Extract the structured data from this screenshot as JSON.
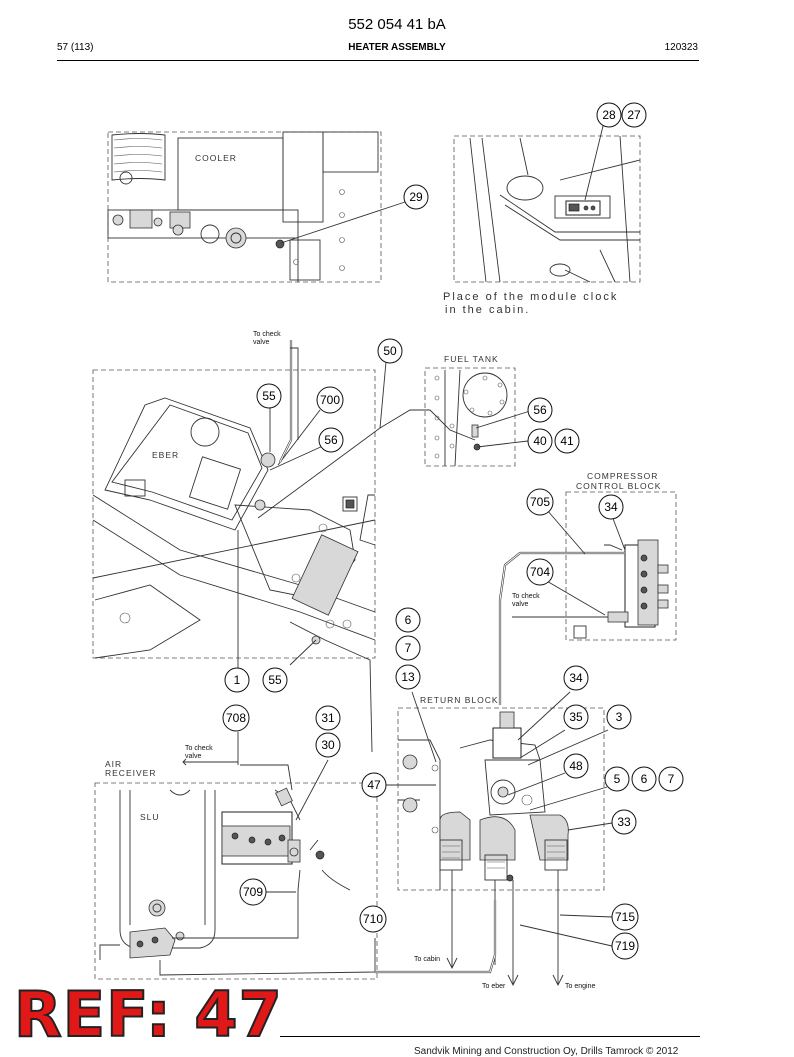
{
  "header": {
    "doc_number": "552 054 41 bA",
    "page": "57 (113)",
    "title": "HEATER ASSEMBLY",
    "date": "120323"
  },
  "drawing": {
    "part_labels": [
      "COOLER",
      "EBER",
      "FUEL TANK",
      "COMPRESSOR CONTROL BLOCK",
      "RETURN BLOCK",
      "AIR RECEIVER",
      "SLU"
    ],
    "notes": {
      "module_clock": [
        "Place of the module clock",
        "in the cabin."
      ],
      "to_check_valve": "To check valve",
      "to_cabin": "To cabin",
      "to_eber": "To eber",
      "to_engine": "To engine"
    },
    "callouts": [
      "28",
      "27",
      "29",
      "50",
      "55",
      "700",
      "56",
      "56",
      "40",
      "41",
      "705",
      "34",
      "704",
      "6",
      "7",
      "13",
      "34",
      "35",
      "3",
      "48",
      "5",
      "6",
      "7",
      "33",
      "1",
      "55",
      "708",
      "31",
      "30",
      "47",
      "709",
      "710",
      "715",
      "719"
    ]
  },
  "ref_stamp": "REF: 47",
  "footer": {
    "copyright": "Sandvik Mining and Construction Oy, Drills Tamrock © 2012"
  }
}
